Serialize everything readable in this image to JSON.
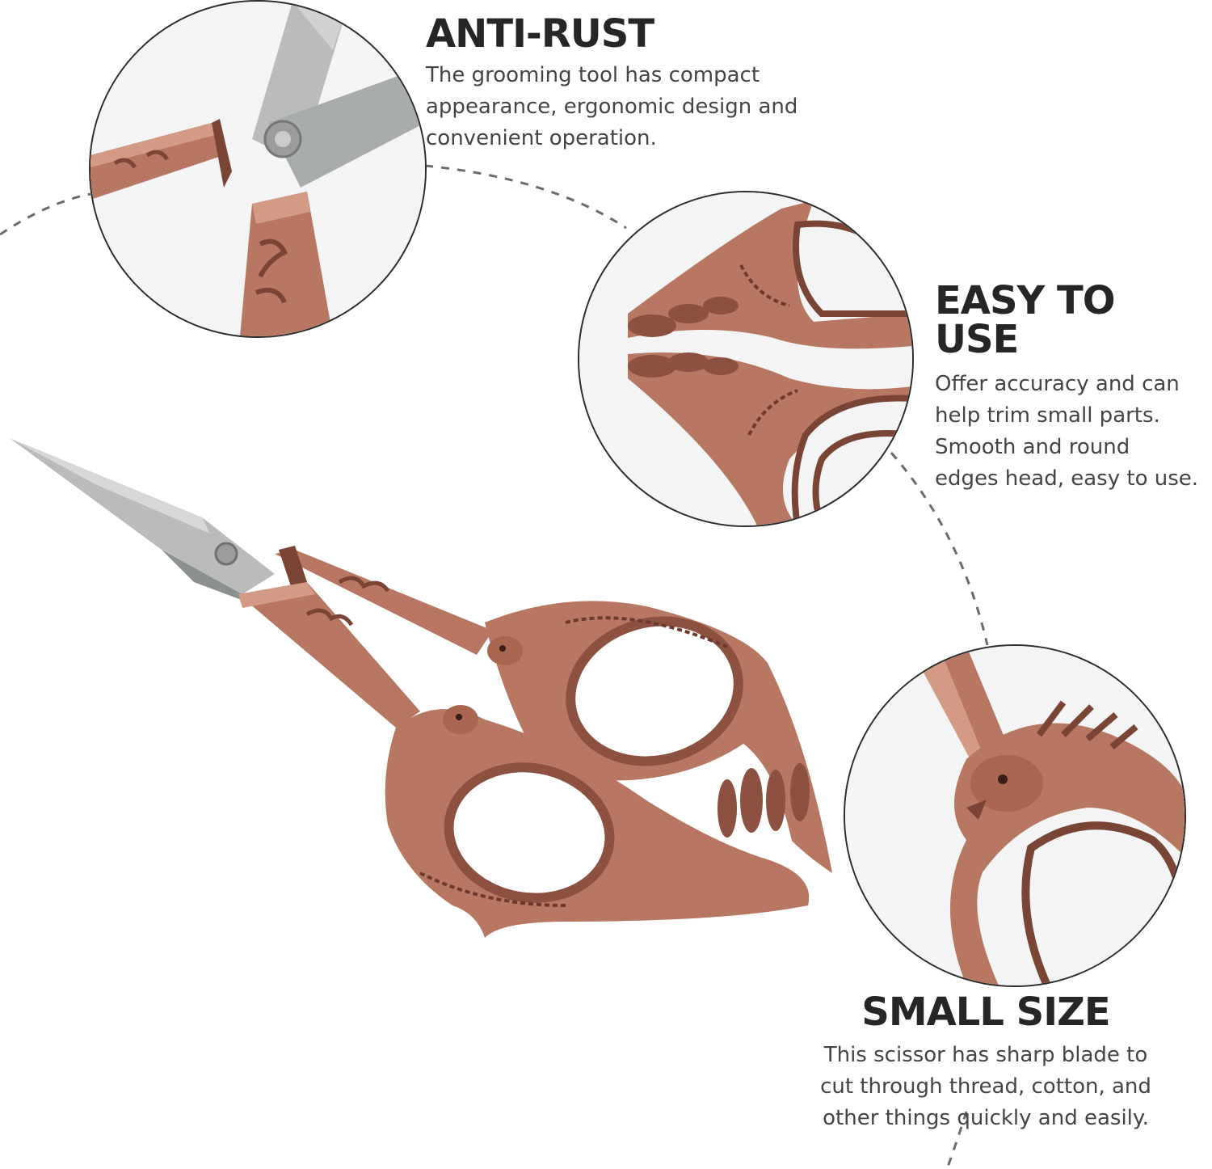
{
  "features": [
    {
      "title": "ANTI-RUST",
      "lines": [
        "The grooming tool has compact",
        "appearance, ergonomic design and",
        "convenient operation."
      ]
    },
    {
      "title": "EASY TO USE",
      "lines": [
        "Offer accuracy and can",
        "help trim small parts.",
        "Smooth and round",
        "edges head, easy to use."
      ]
    },
    {
      "title": "SMALL SIZE",
      "lines": [
        "This scissor has sharp blade to",
        "cut through thread, cotton, and",
        "other things quickly and easily."
      ]
    }
  ],
  "colors": {
    "copper": "#b87760",
    "copper_dark": "#7a4535",
    "steel": "#b9bbbc",
    "steel_dark": "#8d9091",
    "dash": "#6b6b6b",
    "circle_border": "#2b2b2b"
  },
  "icons": {
    "product": "peacock-embroidery-scissors"
  }
}
